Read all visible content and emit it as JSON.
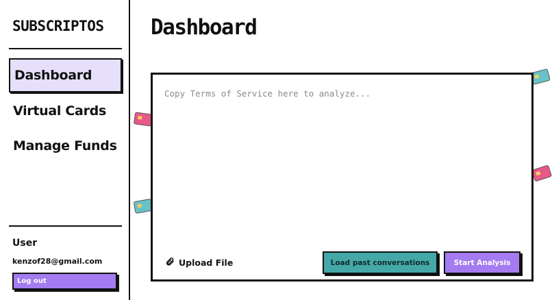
{
  "sidebar": {
    "brand": "SUBSCRIPTOS",
    "nav": [
      {
        "label": "Dashboard",
        "active": true
      },
      {
        "label": "Virtual Cards",
        "active": false
      },
      {
        "label": "Manage Funds",
        "active": false
      }
    ],
    "user_label": "User",
    "user_email": "kenzof28@gmail.com",
    "logout_label": "Log out"
  },
  "main": {
    "title": "Dashboard",
    "input_placeholder": "Copy Terms of Service here to analyze...",
    "upload_label": "Upload File",
    "load_label": "Load past conversations",
    "start_label": "Start Analysis"
  },
  "colors": {
    "accent_purple": "#a47bf0",
    "accent_teal": "#45a8a8",
    "active_nav_bg": "#e6e0fb",
    "card_pink": "#e8588a",
    "card_teal": "#68c2c8"
  },
  "icons": {
    "upload": "paperclip-icon",
    "decor_cards": "credit-card-icon"
  }
}
